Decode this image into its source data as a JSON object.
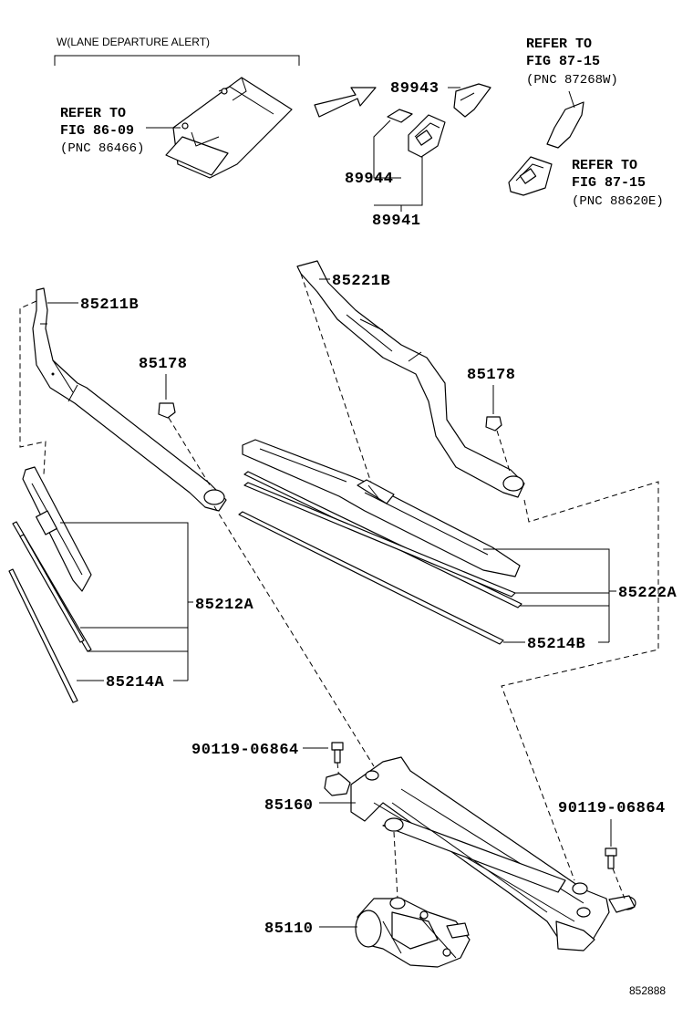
{
  "note": "W(LANE DEPARTURE ALERT)",
  "refs": {
    "ref_86_09": {
      "l1": "REFER TO",
      "l2": "FIG 86-09",
      "l3": "(PNC 86466)"
    },
    "ref_87_15_a": {
      "l1": "REFER TO",
      "l2": "FIG 87-15",
      "l3": "(PNC 87268W)"
    },
    "ref_87_15_b": {
      "l1": "REFER TO",
      "l2": "FIG 87-15",
      "l3": "(PNC 88620E)"
    }
  },
  "parts": {
    "p89943": "89943",
    "p89944": "89944",
    "p89941": "89941",
    "p85211B": "85211B",
    "p85221B": "85221B",
    "p85178_left": "85178",
    "p85178_right": "85178",
    "p85212A": "85212A",
    "p85214A": "85214A",
    "p85222A": "85222A",
    "p85214B": "85214B",
    "p90119_left": "90119-06864",
    "p90119_right": "90119-06864",
    "p85160": "85160",
    "p85110": "85110"
  },
  "figure_id": "852888"
}
